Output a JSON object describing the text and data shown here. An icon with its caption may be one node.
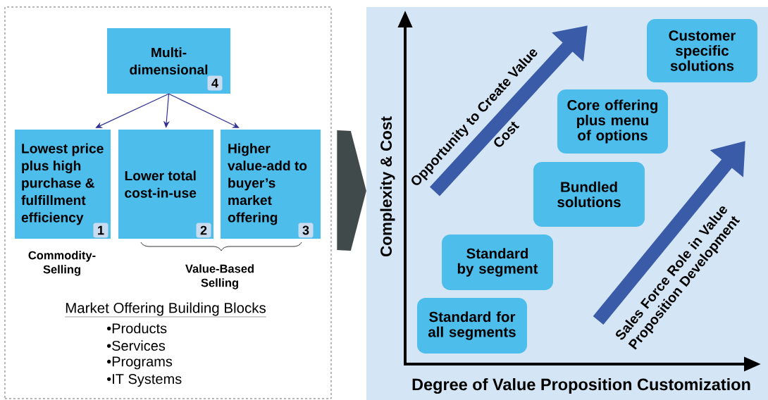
{
  "diagram": {
    "nodes": [
      {
        "text": [],
        "shape": "box"
      },
      {
        "text": [
          "Multi- dimensional",
          "4"
        ],
        "in": 0
      },
      {
        "text": [
          "Lowest price plus high purchase & fulfillment efficiency",
          "1"
        ],
        "in": 0
      },
      {
        "text": [
          "Lower total cost-in-use",
          "2"
        ],
        "in": 0
      },
      {
        "text": [
          "Higher value-add to buyer’s market offering",
          "3"
        ],
        "in": 0
      },
      {
        "text": [],
        "shape": "box"
      },
      {
        "text": [
          "Standard for all segments"
        ],
        "in": 5
      },
      {
        "text": [
          "Standard by segment"
        ],
        "in": 5
      },
      {
        "text": [
          "Bundled solutions"
        ],
        "in": 5
      },
      {
        "text": [
          "Core offering plus menu of options"
        ],
        "in": 5
      },
      {
        "text": [
          "Customer specific solutions"
        ],
        "in": 5
      }
    ],
    "edges": [
      {
        "from": 1,
        "to": 2,
        "arrow": "to"
      },
      {
        "from": 1,
        "to": 3,
        "arrow": "to"
      },
      {
        "from": 1,
        "to": 4,
        "arrow": "to"
      },
      {
        "from": 0,
        "to": 5,
        "arrow": "to",
        "style": "thick",
        "color": "#414a4b"
      }
    ],
    "labels": [
      "Commodity- Selling",
      "Value-Based Selling",
      "Market Offering Building Blocks",
      "•Products",
      "•Services",
      "•Programs",
      "•IT Systems",
      "Opportunity to Create Value",
      "Cost",
      "Complexity & Cost",
      "Sales Force Role in Value Proposition Development",
      "Degree of Value Proposition Customization"
    ]
  }
}
